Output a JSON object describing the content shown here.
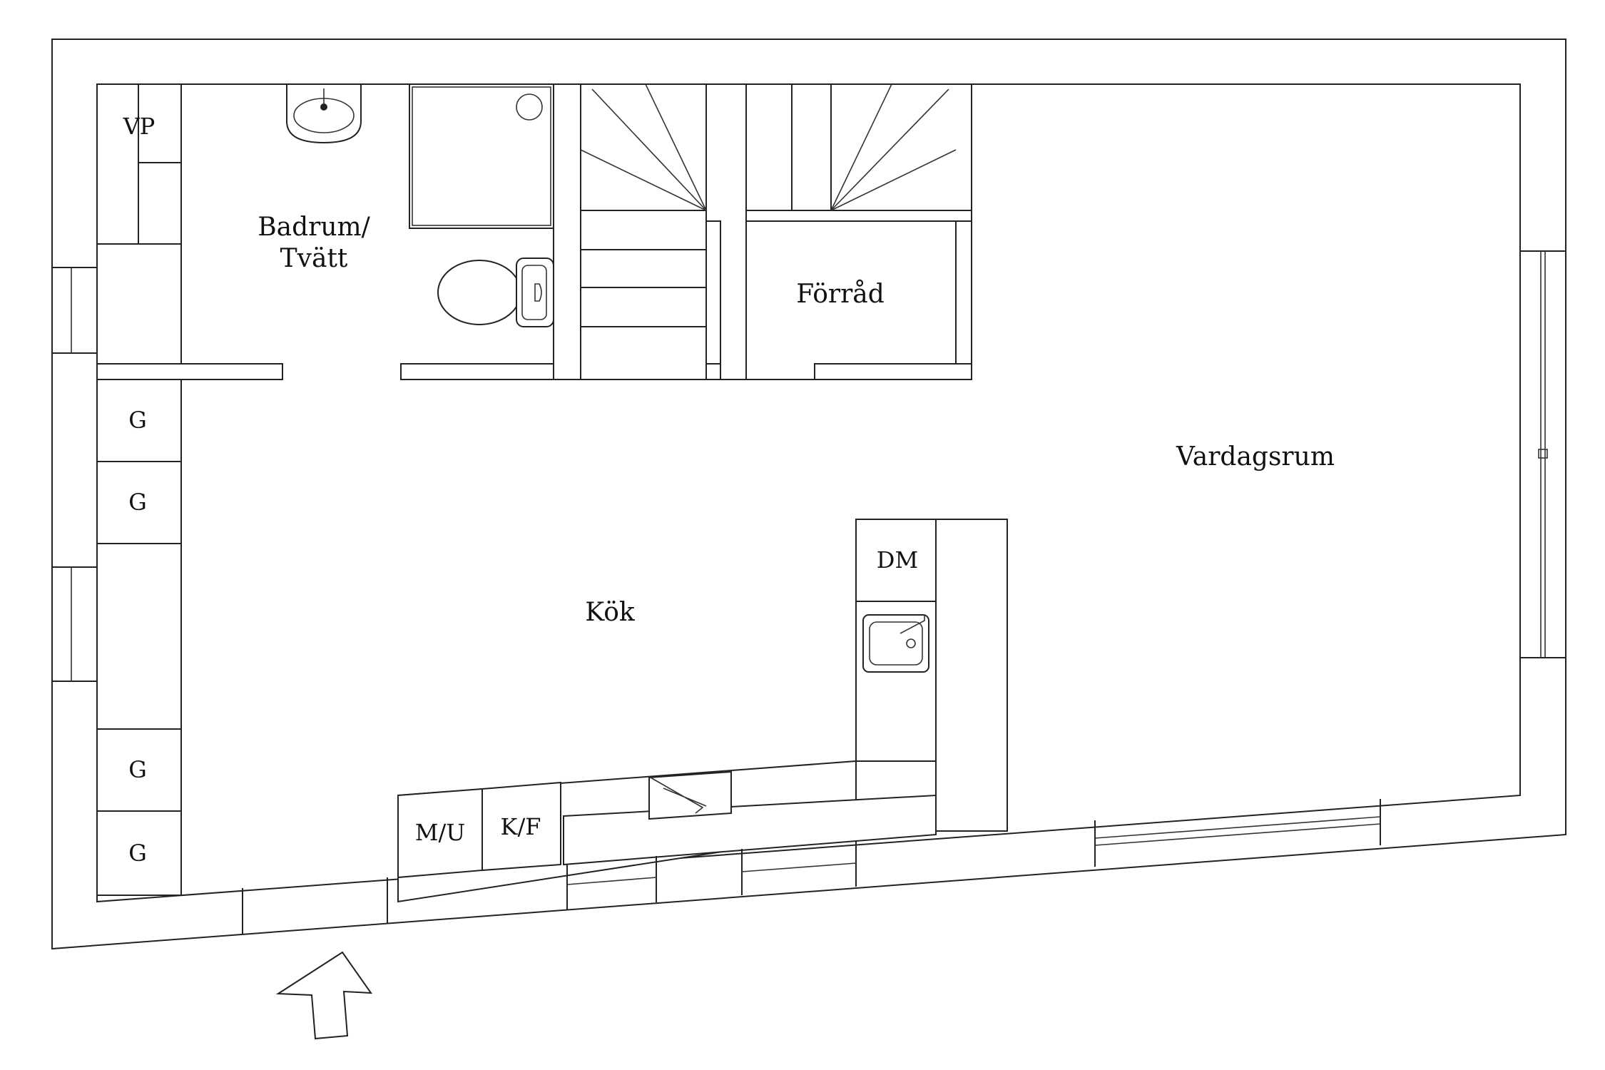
{
  "rooms": {
    "bathroom_line1": "Badrum/",
    "bathroom_line2": "Tvätt",
    "storage": "Förråd",
    "living_room": "Vardagsrum",
    "kitchen": "Kök"
  },
  "fixtures": {
    "water_heater": "VP",
    "wardrobe_1": "G",
    "wardrobe_2": "G",
    "wardrobe_3": "G",
    "wardrobe_4": "G",
    "dishwasher": "DM",
    "microwave_oven": "M/U",
    "fridge_freezer": "K/F"
  },
  "colors": {
    "line": "#222222",
    "background": "#ffffff"
  }
}
